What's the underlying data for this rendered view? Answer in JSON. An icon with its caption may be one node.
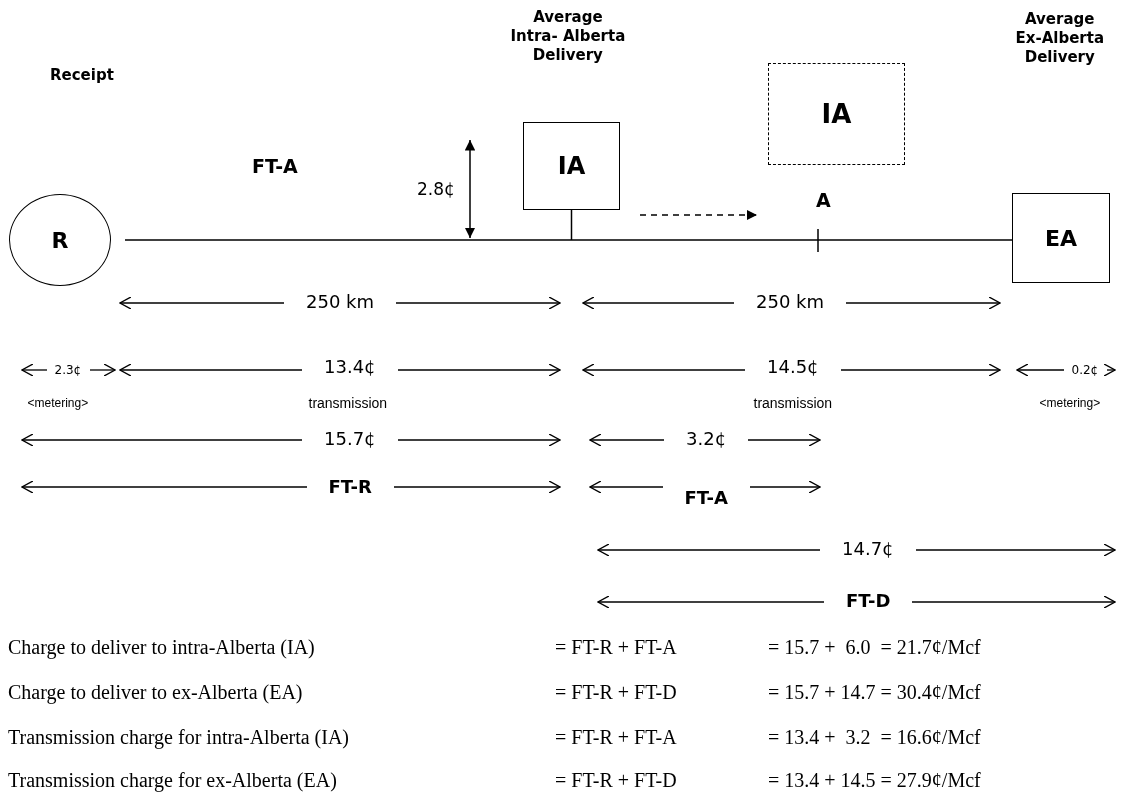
{
  "diagram": {
    "nodes": [
      {
        "text": [
          "R"
        ]
      },
      {
        "text": [
          "IA"
        ]
      },
      {
        "text": [
          "IA"
        ]
      },
      {
        "text": [
          "EA"
        ]
      }
    ],
    "edges": [
      {
        "from": 0,
        "to": 3,
        "arrow": "none"
      },
      {
        "from": 1,
        "to": null,
        "arrow": "none"
      }
    ],
    "labels": [
      "Average Intra- Alberta Delivery",
      "Average Ex-Alberta Delivery",
      "Receipt",
      "FT-A",
      "2.8¢",
      "A",
      "250 km",
      "250 km",
      "2.3¢",
      "13.4¢",
      "14.5¢",
      "0.2¢",
      "<metering>",
      "transmission",
      "transmission",
      "<metering>",
      "15.7¢",
      "3.2¢",
      "FT-R",
      "FT-A",
      "14.7¢",
      "FT-D",
      "Charge to deliver to intra-Alberta (IA)",
      "= FT-R + FT-A",
      "= 15.7 +  6.0  = 21.7¢/Mcf",
      "Charge to deliver to ex-Alberta (EA)",
      "= FT-R + FT-D",
      "= 15.7 + 14.7 = 30.4¢/Mcf",
      "Transmission charge for intra-Alberta (IA)",
      "= FT-R + FT-A",
      "= 13.4 +  3.2  = 16.6¢/Mcf",
      "Transmission charge for ex-Alberta (EA)",
      "= FT-R + FT-D",
      "= 13.4 + 14.5 = 27.9¢/Mcf"
    ]
  }
}
